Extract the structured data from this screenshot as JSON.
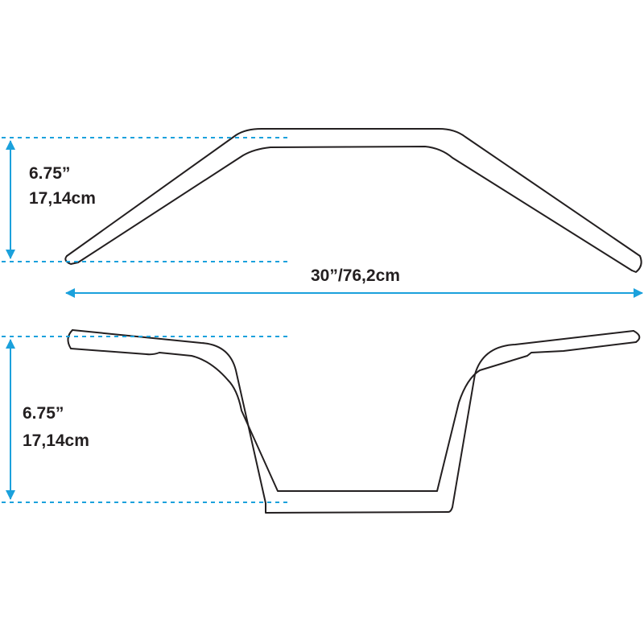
{
  "colors": {
    "outline": "#231f20",
    "dimension": "#1ba1dc",
    "background": "#ffffff"
  },
  "dimensions": {
    "top_view_height": {
      "inches": "6.75”",
      "cm": "17,14cm"
    },
    "width": "30”/76,2cm",
    "front_view_height": {
      "inches": "6.75”",
      "cm": "17,14cm"
    }
  },
  "views": [
    "handlebar-top-view",
    "handlebar-front-view"
  ]
}
